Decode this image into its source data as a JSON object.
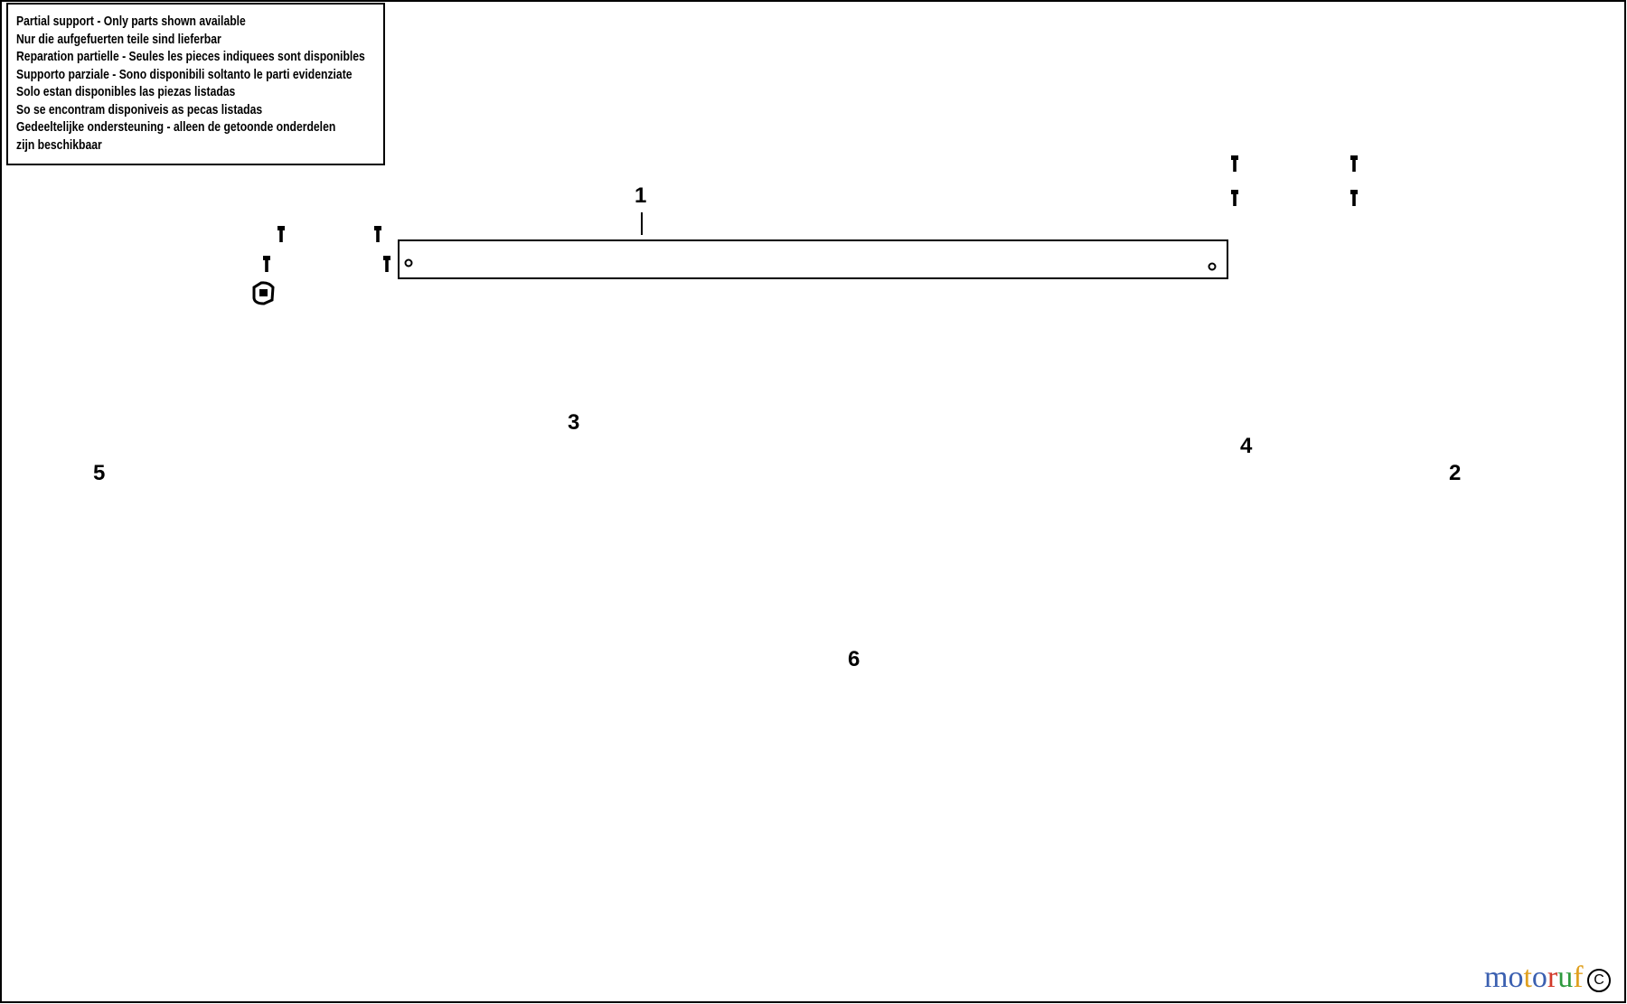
{
  "notice": {
    "lines": [
      "Partial support - Only parts shown available",
      "Nur die aufgefuerten teile sind lieferbar",
      "Reparation partielle - Seules les pieces indiquees sont disponibles",
      "Supporto parziale - Sono disponibili soltanto le parti evidenziate",
      "Solo estan disponibles las piezas listadas",
      "So se encontram disponiveis as pecas listadas",
      "Gedeeltelijke ondersteuning - alleen de getoonde onderdelen",
      "zijn beschikbaar"
    ]
  },
  "callouts": {
    "c1": "1",
    "c2": "2",
    "c3": "3",
    "c4": "4",
    "c5": "5",
    "c6": "6"
  },
  "watermark": {
    "letters": [
      "m",
      "o",
      "t",
      "o",
      "r",
      "u",
      "f"
    ],
    "colors": [
      "#3a5fb0",
      "#3a5fb0",
      "#e0a020",
      "#3a5fb0",
      "#d23a2a",
      "#2e9a3e",
      "#e0a020"
    ],
    "copyright": "C"
  }
}
